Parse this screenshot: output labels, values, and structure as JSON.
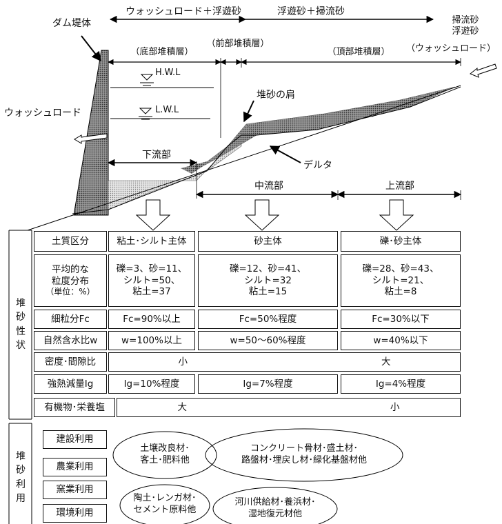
{
  "diagram": {
    "top": {
      "dam_body": "ダム堤体",
      "washload_suspended": "ウォッシュロード＋浮遊砂",
      "suspended_bedload": "浮遊砂＋掃流砂",
      "right_bedload": "掃流砂",
      "right_suspended": "浮遊砂",
      "right_washload": "（ウォッシュロード）",
      "bottom_layer": "（底部堆積層）",
      "front_layer": "（前部堆積層）",
      "top_layer": "（頂部堆積層）",
      "hwl": "H.W.L",
      "lwl": "L.W.L",
      "washload_left": "ウォッシュロード",
      "shoulder": "堆砂の肩",
      "delta": "デルタ",
      "downstream": "下流部",
      "midstream": "中流部",
      "upstream": "上流部"
    },
    "properties": {
      "side_label": [
        "堆",
        "砂",
        "性",
        "状"
      ],
      "soil_class": {
        "label": "土質区分",
        "down": "粘土･シルト主体",
        "mid": "砂主体",
        "up": "礫･砂主体"
      },
      "grain": {
        "label": [
          "平均的な",
          "粒度分布",
          "（単位：%）"
        ],
        "down": [
          "礫=3、砂=11、",
          "シルト=50、",
          "粘土=37"
        ],
        "mid": [
          "礫=12、砂=41、",
          "シルト=32",
          "粘土=15"
        ],
        "up": [
          "礫=28、砂=43、",
          "シルト=21、",
          "粘土=8"
        ]
      },
      "fines": {
        "label": "細粒分Fc",
        "down": "Fc=90%以上",
        "mid": "Fc=50%程度",
        "up": "Fc=30%以下"
      },
      "water": {
        "label": "自然含水比w",
        "down": "w=100%以上",
        "mid": "w=50～60%程度",
        "up": "w=40%以下"
      },
      "density": {
        "label": "密度･間隙比",
        "left": "小",
        "right": "大"
      },
      "ignition": {
        "label": "強熱減量Ig",
        "down": "Ig=10%程度",
        "mid": "Ig=7%程度",
        "up": "Ig=4%程度"
      },
      "organic": {
        "label": "有機物･栄養塩",
        "left": "大",
        "right": "小"
      }
    },
    "usage": {
      "side_label": [
        "堆",
        "砂",
        "利",
        "用"
      ],
      "categories": [
        "建設利用",
        "農業利用",
        "窯業利用",
        "環境利用"
      ],
      "ellipse_soil": [
        "土壌改良材･",
        "客土･肥料他"
      ],
      "ellipse_concrete": [
        "コンクリート骨材･盛土材･",
        "路盤材･埋戻し材･緑化基盤材他"
      ],
      "ellipse_ceramic": [
        "陶土･レンガ材･",
        "セメント原料他"
      ],
      "ellipse_river": [
        "河川供給材･養浜材･",
        "湿地復元材他"
      ]
    }
  }
}
